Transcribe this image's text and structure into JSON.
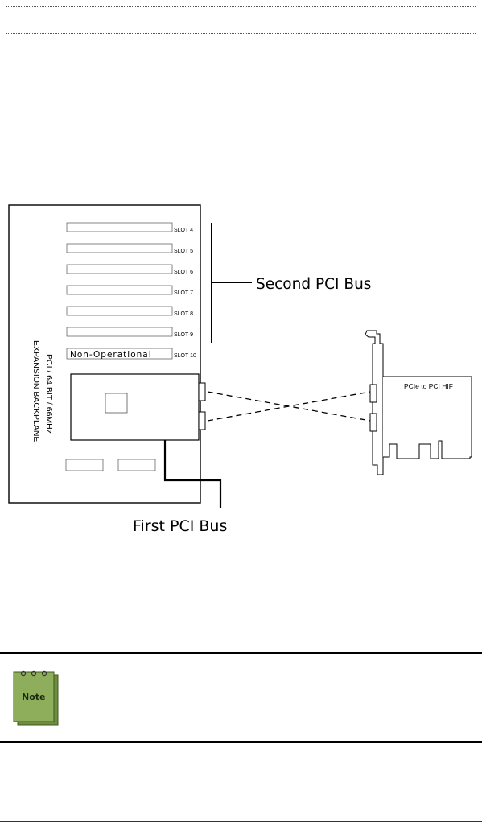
{
  "diagram": {
    "slots": [
      {
        "label": "SLOT 4",
        "inner_text": ""
      },
      {
        "label": "SLOT 5",
        "inner_text": ""
      },
      {
        "label": "SLOT 6",
        "inner_text": ""
      },
      {
        "label": "SLOT 7",
        "inner_text": ""
      },
      {
        "label": "SLOT 8",
        "inner_text": ""
      },
      {
        "label": "SLOT 9",
        "inner_text": ""
      },
      {
        "label": "SLOT 10",
        "inner_text": "Non-Operational"
      }
    ],
    "backplane_label_line1": "PCI  / 64 BIT / 66MHz",
    "backplane_label_line2": "EXPANSION BACKPLANE",
    "second_bus_label": "Second PCI Bus",
    "first_bus_label": "First PCI Bus",
    "card_label": "PCIe to PCI HIF"
  },
  "note": {
    "icon": "note-pad-icon",
    "icon_text": "Note",
    "icon_color": "#8fae5c"
  }
}
